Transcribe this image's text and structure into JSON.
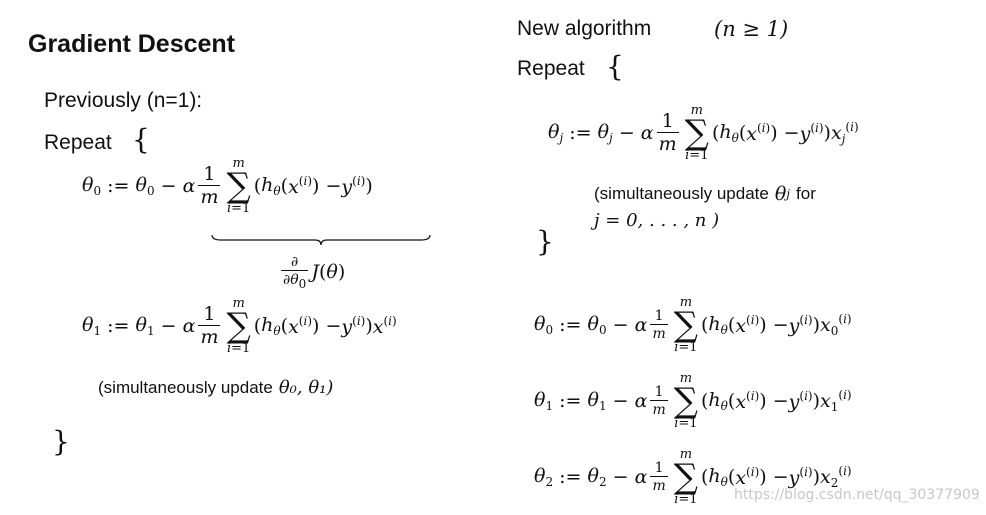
{
  "left": {
    "title": "Gradient Descent",
    "previously": "Previously (n=1):",
    "repeat": "Repeat",
    "open_brace": "{",
    "close_brace": "}",
    "eq0": {
      "lhs": "θ",
      "lhs_sub": "0",
      "rhs_theta_sub": "0",
      "label": "∂/∂θ₀ J(θ)"
    },
    "eq1": {
      "lhs": "θ",
      "lhs_sub": "1",
      "rhs_theta_sub": "1"
    },
    "simul_prefix": "(simultaneously update",
    "simul_vars": "θ₀, θ₁)"
  },
  "right": {
    "title": "New algorithm",
    "condition": "(n ≥ 1)",
    "repeat": "Repeat",
    "open_brace": "{",
    "close_brace": "}",
    "simul_line1": "(simultaneously update",
    "simul_var": "θ",
    "simul_var_sub": "j",
    "simul_for": "for",
    "simul_line2": "j = 0, . . . , n )",
    "eqs": [
      {
        "idx": "0"
      },
      {
        "idx": "1"
      },
      {
        "idx": "2"
      }
    ]
  },
  "watermark": "https://blog.csdn.net/qq_30377909"
}
